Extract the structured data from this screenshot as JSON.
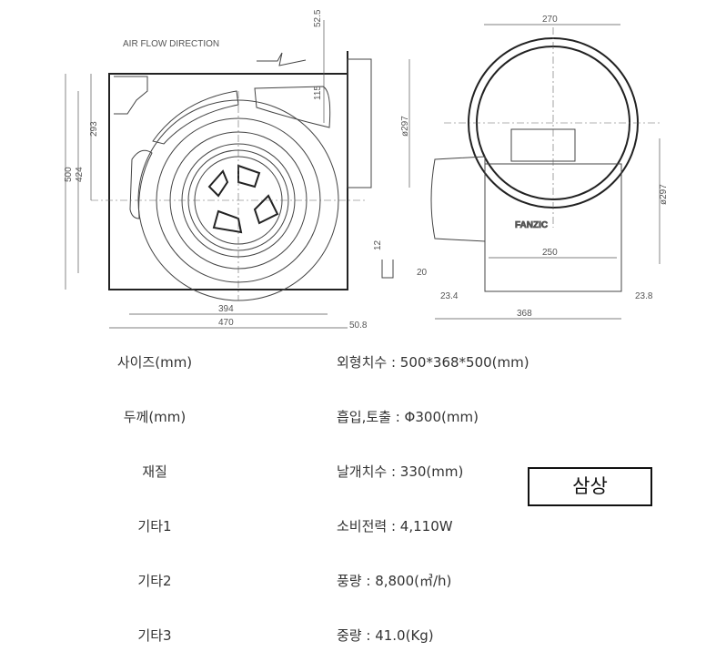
{
  "drawing": {
    "air_flow_label": "AIR FLOW DIRECTION",
    "brand": "FANZIC",
    "front_dims": {
      "h500": "500",
      "h424": "424",
      "h293": "293",
      "w394": "394",
      "w470": "470",
      "w50_8": "50.8",
      "t52_5": "52.5",
      "t115": "115",
      "d297": "ø297",
      "d12": "12",
      "d20": "20"
    },
    "side_dims": {
      "w270": "270",
      "d297": "ø297",
      "w250": "250",
      "w23_4": "23.4",
      "w23_8": "23.8",
      "w368": "368"
    }
  },
  "specs": [
    {
      "label": "사이즈(mm)",
      "value": "외형치수 : 500*368*500(mm)"
    },
    {
      "label": "두께(mm)",
      "value": "흡입,토출 : Φ300(mm)"
    },
    {
      "label": "재질",
      "value": "날개치수 : 330(mm)"
    },
    {
      "label": "기타1",
      "value": "소비전력 : 4,110W"
    },
    {
      "label": "기타2",
      "value": "풍량 : 8,800(㎥/h)"
    },
    {
      "label": "기타3",
      "value": "중량 : 41.0(Kg)"
    }
  ],
  "stamp": "삼상"
}
